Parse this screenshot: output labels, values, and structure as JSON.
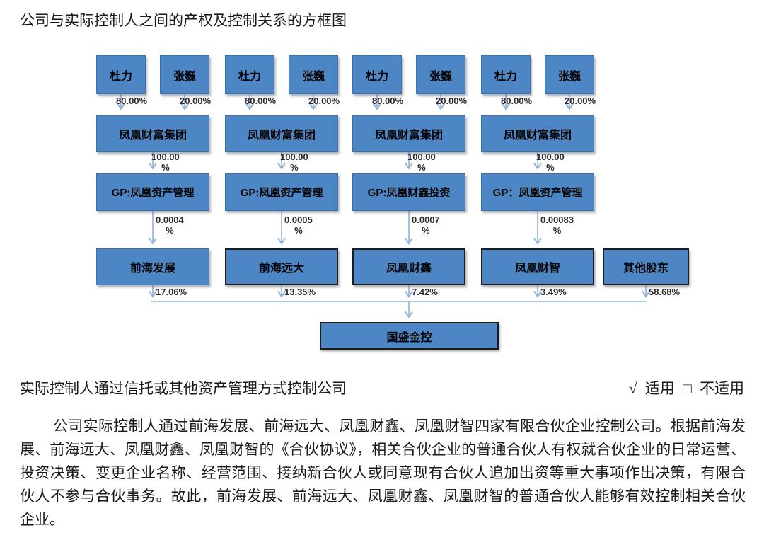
{
  "title": "公司与实际控制人之间的产权及控制关系的方框图",
  "colors": {
    "box_fill": "#4d86c5",
    "box_border": "#3a70ad",
    "dark_border": "#1c1c1c",
    "arrow": "#8fb2dc",
    "text": "#000000",
    "pct_text": "#2b2b2b"
  },
  "diagram": {
    "columns": [
      {
        "owner1": {
          "label": "杜力",
          "pct": "80.00%"
        },
        "owner2": {
          "label": "张巍",
          "pct": "20.00%"
        },
        "group": {
          "label": "凤凰财富集团",
          "pct_line1": "100.00",
          "pct_line2": "%"
        },
        "gp": {
          "label": "GP:凤凰资产管理",
          "pct_line1": "0.0004",
          "pct_line2": "%"
        },
        "partnership": {
          "label": "前海发展",
          "pct": "17.06%"
        }
      },
      {
        "owner1": {
          "label": "杜力",
          "pct": "80.00%"
        },
        "owner2": {
          "label": "张巍",
          "pct": "20.00%"
        },
        "group": {
          "label": "凤凰财富集团",
          "pct_line1": "100.00",
          "pct_line2": "%"
        },
        "gp": {
          "label": "GP:凤凰资产管理",
          "pct_line1": "0.0005",
          "pct_line2": "%"
        },
        "partnership": {
          "label": "前海远大",
          "pct": "13.35%"
        }
      },
      {
        "owner1": {
          "label": "杜力",
          "pct": "80.00%"
        },
        "owner2": {
          "label": "张巍",
          "pct": "20.00%"
        },
        "group": {
          "label": "凤凰财富集团",
          "pct_line1": "100.00",
          "pct_line2": "%"
        },
        "gp": {
          "label": "GP:凤凰财鑫投资",
          "pct_line1": "0.0007",
          "pct_line2": "%"
        },
        "partnership": {
          "label": "凤凰财鑫",
          "pct": "7.42%"
        }
      },
      {
        "owner1": {
          "label": "杜力",
          "pct": "80.00%"
        },
        "owner2": {
          "label": "张巍",
          "pct": "20.00%"
        },
        "group": {
          "label": "凤凰财富集团",
          "pct_line1": "100.00",
          "pct_line2": "%"
        },
        "gp": {
          "label": "GP：凤凰资产管理",
          "pct_line1": "0.00083",
          "pct_line2": "%"
        },
        "partnership": {
          "label": "凤凰财智",
          "pct": "3.49%"
        }
      }
    ],
    "other_shareholder": {
      "label": "其他股东",
      "pct": "58.68%"
    },
    "company": {
      "label": "国盛金控"
    }
  },
  "statement": {
    "text": "实际控制人通过信托或其他资产管理方式控制公司",
    "check_icon": "√",
    "applicable_label": "适用",
    "checkbox_icon": "□",
    "not_applicable_label": "不适用"
  },
  "paragraph": "公司实际控制人通过前海发展、前海远大、凤凰财鑫、凤凰财智四家有限合伙企业控制公司。根据前海发展、前海远大、凤凰财鑫、凤凰财智的《合伙协议》，相关合伙企业的普通合伙人有权就合伙企业的日常运营、投资决策、变更企业名称、经营范围、接纳新合伙人或同意现有合伙人追加出资等重大事项作出决策，有限合伙人不参与合伙事务。故此，前海发展、前海远大、凤凰财鑫、凤凰财智的普通合伙人能够有效控制相关合伙企业。"
}
